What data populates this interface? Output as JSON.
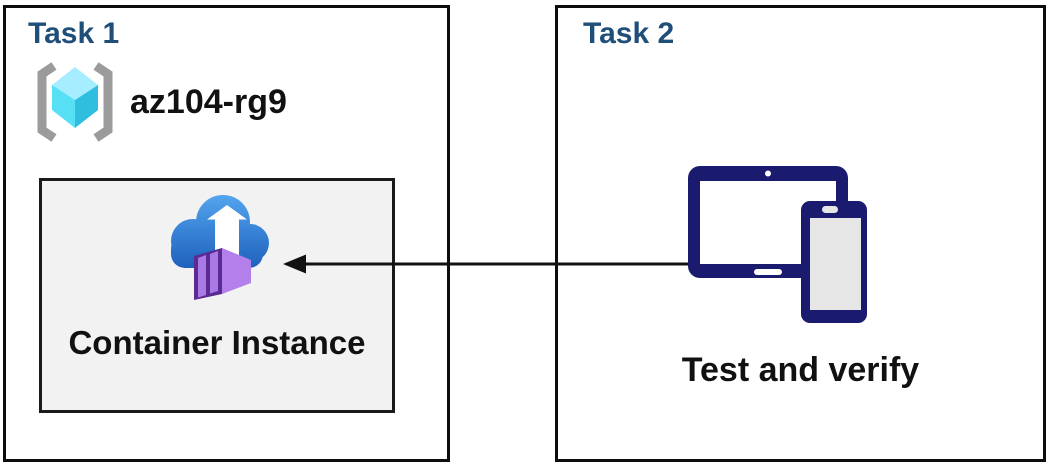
{
  "task1": {
    "title": "Task 1",
    "resource_group_name": "az104-rg9",
    "container_label": "Container Instance"
  },
  "task2": {
    "title": "Task 2",
    "caption": "Test and verify"
  },
  "icons": {
    "resource_group": "resource-group-icon",
    "container_instances": "container-instances-icon",
    "devices": "devices-icon (tablet + phone)",
    "connector": "arrow-left"
  },
  "colors": {
    "task_title": "#1F4E79",
    "box_border": "#0d0d0d",
    "inner_box_fill": "#F2F2F2",
    "bracket_gray": "#9B9B9B",
    "cube_top": "#A5EDFF",
    "cube_left": "#56DFF5",
    "cube_right": "#2FBEDE",
    "cloud_top": "#53A4EE",
    "cloud_bottom": "#1E61BD",
    "container_front": "#5B2B92",
    "container_side": "#B27FEB",
    "container_panel": "#A979E6",
    "device_navy": "#1A1A6E",
    "phone_screen": "#E6E6E6",
    "arrow_black": "#111111"
  }
}
